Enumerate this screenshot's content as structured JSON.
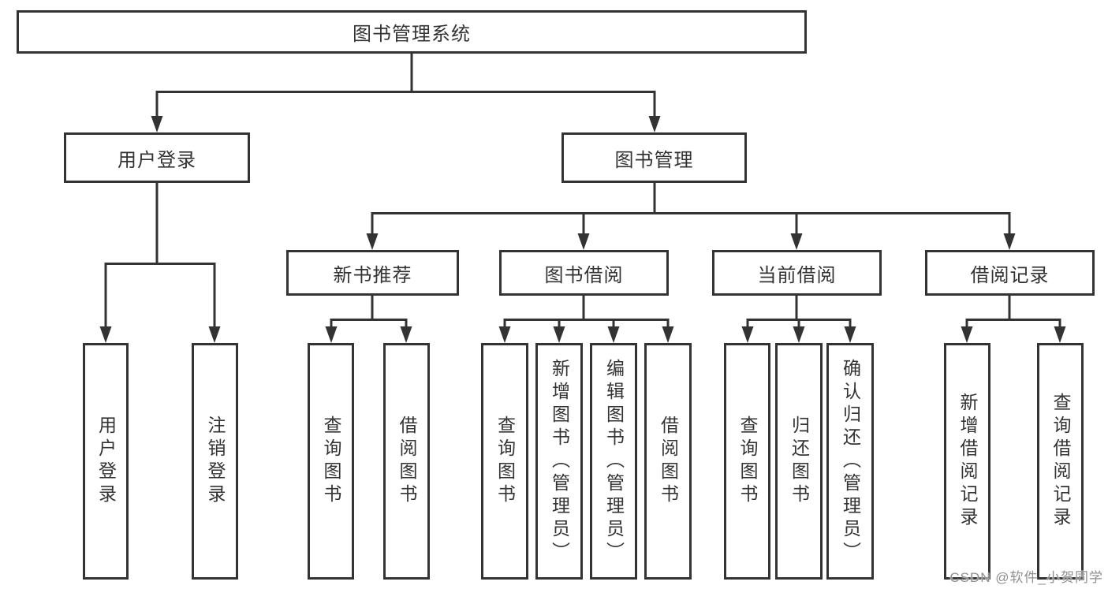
{
  "diagram": {
    "title": "图书管理系统",
    "root": {
      "label": "图书管理系统"
    },
    "level2": {
      "user_login": {
        "label": "用户登录"
      },
      "book_management": {
        "label": "图书管理"
      }
    },
    "level3": {
      "new_book_recommend": {
        "label": "新书推荐"
      },
      "book_borrow": {
        "label": "图书借阅"
      },
      "current_borrow": {
        "label": "当前借阅"
      },
      "borrow_records": {
        "label": "借阅记录"
      }
    },
    "leaves": {
      "user": [
        "用户登录",
        "注销登录"
      ],
      "recommend": [
        "查询图书",
        "借阅图书"
      ],
      "borrow": [
        "查询图书",
        "新增图书（管理员）",
        "编辑图书（管理员）",
        "借阅图书"
      ],
      "current": [
        "查询图书",
        "归还图书",
        "确认归还（管理员）"
      ],
      "records": [
        "新增借阅记录",
        "查询借阅记录"
      ]
    }
  },
  "watermark": "CSDN @软件_小贺同学",
  "colors": {
    "line": "#333333",
    "text": "#333333",
    "watermark": "#8f8f8f",
    "background": "#ffffff"
  }
}
